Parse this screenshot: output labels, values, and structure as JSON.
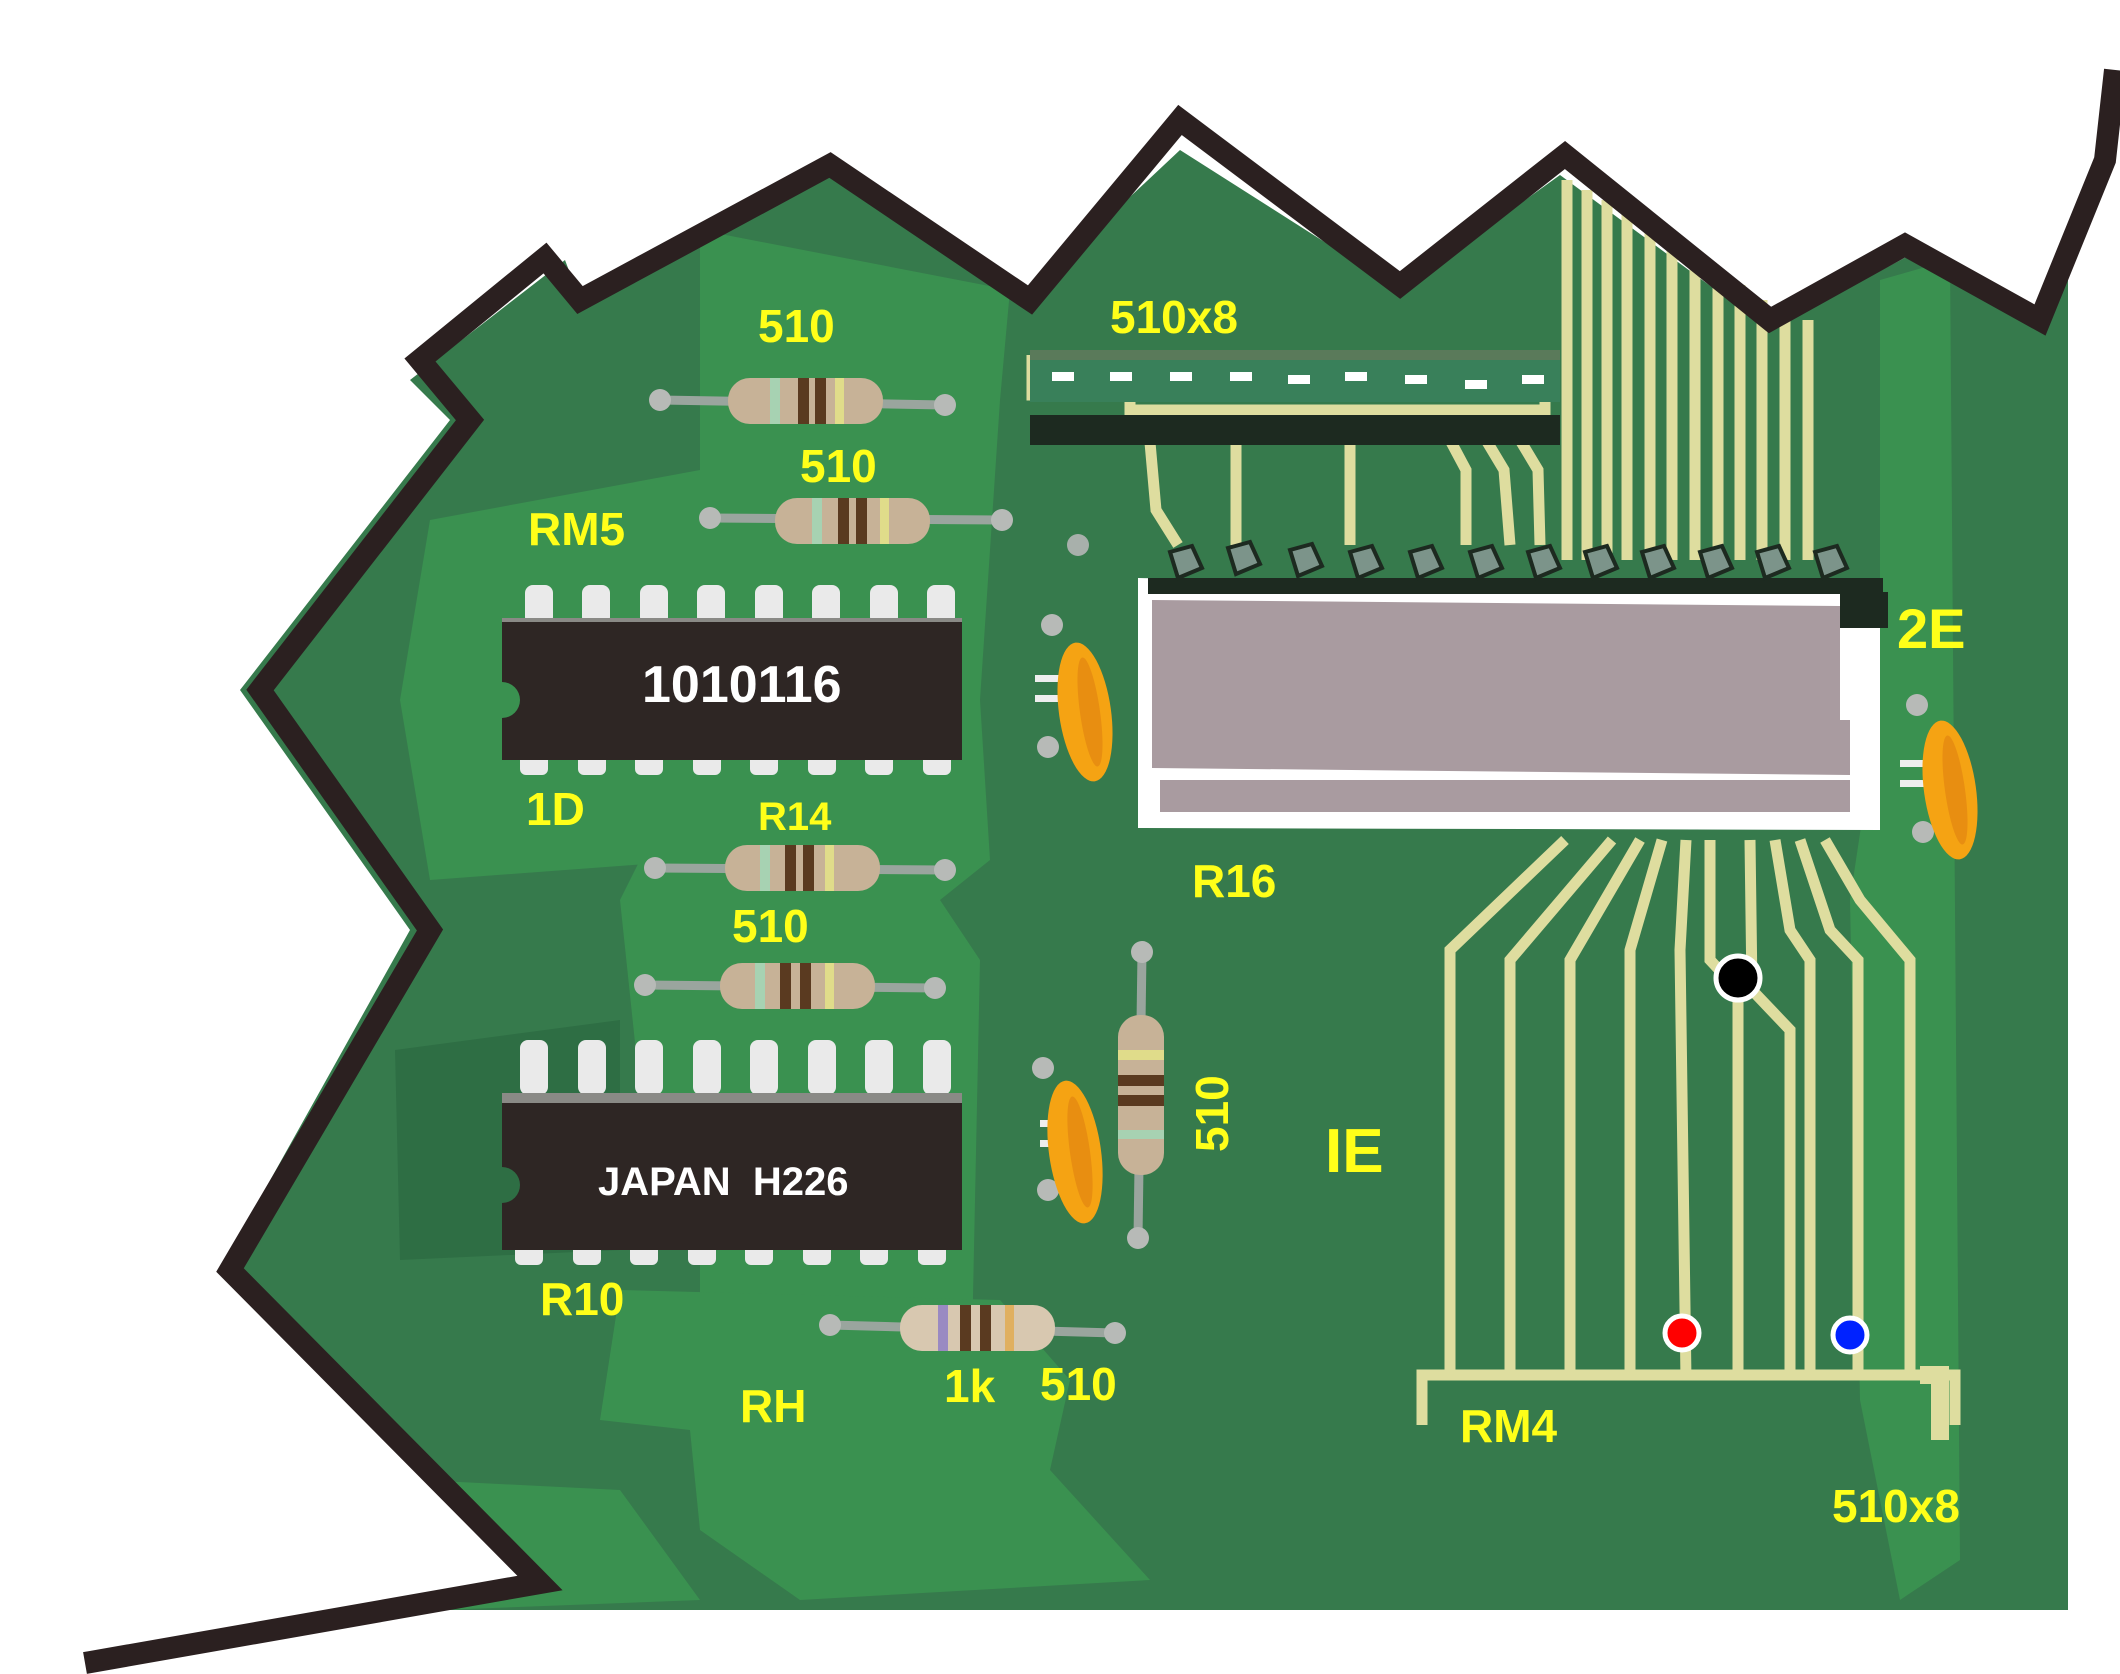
{
  "title": "",
  "colors": {
    "board_base": "#367a4c",
    "board_light": "#3a9150",
    "board_dark": "#2e6e44",
    "outline": "#2b2020",
    "trace": "#dedd9f",
    "silkscreen": "#ffff19",
    "chip_body": "#2e2624",
    "chip_pin": "#eaeaea",
    "capacitor": "#f5a313",
    "module_body": "#a99ba0",
    "resistor_body": "#c7b297",
    "test_point_black": "#000000",
    "test_point_red": "#ff0000",
    "test_point_blue": "#0022ff"
  },
  "chips": {
    "upper": {
      "marking": "1010116",
      "designator": "1D"
    },
    "lower": {
      "marking": "JAPAN  H226",
      "designator": "R10"
    }
  },
  "labels": {
    "r_510_top": "510",
    "r_510_second": "510",
    "rm5": "RM5",
    "r14": "R14",
    "r_510_mid": "510",
    "r_510_vertical": "510",
    "r16": "R16",
    "ie": "IE",
    "two_e": "2E",
    "rh": "RH",
    "r_1k": "1k",
    "r_510_bottom": "510",
    "rm4": "RM4",
    "network_top": "510x8",
    "network_bottom": "510x8"
  },
  "test_points": [
    {
      "name": "black",
      "color": "#000000"
    },
    {
      "name": "red",
      "color": "#ff0000"
    },
    {
      "name": "blue",
      "color": "#0022ff"
    }
  ]
}
